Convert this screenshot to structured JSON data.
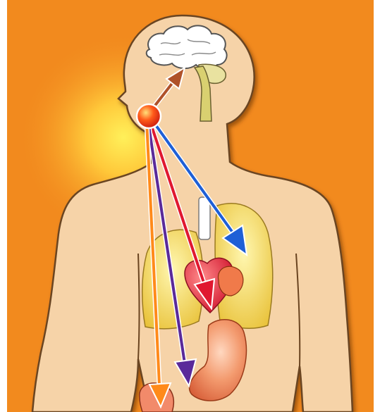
{
  "diagram": {
    "subject": "anatomy-illustration",
    "palette": {
      "background": "#f28a1e",
      "glow": "#ffe23a",
      "skin": "#f6d3a8",
      "outline": "#5a3a1a",
      "brain": "#ffffff",
      "lung": "#f3e26a",
      "heart": "#e8223a",
      "stomach": "#ef8a5c",
      "origin_node": "#ff3a1a",
      "arrow_brown": "#b0522a",
      "arrow_blue": "#1e5fd6",
      "arrow_red": "#e01830",
      "arrow_purple": "#5a2a9a",
      "arrow_orange": "#ff8a1a"
    },
    "organs": [
      "brain",
      "spinal-cord",
      "trachea",
      "lungs",
      "heart",
      "stomach",
      "intestine"
    ],
    "arrows": [
      {
        "from": "origin",
        "to": "brain",
        "color": "arrow_brown"
      },
      {
        "from": "origin",
        "to": "lungs",
        "color": "arrow_blue"
      },
      {
        "from": "origin",
        "to": "heart",
        "color": "arrow_red"
      },
      {
        "from": "origin",
        "to": "stomach",
        "color": "arrow_purple"
      },
      {
        "from": "origin",
        "to": "intestine",
        "color": "arrow_orange"
      }
    ]
  }
}
